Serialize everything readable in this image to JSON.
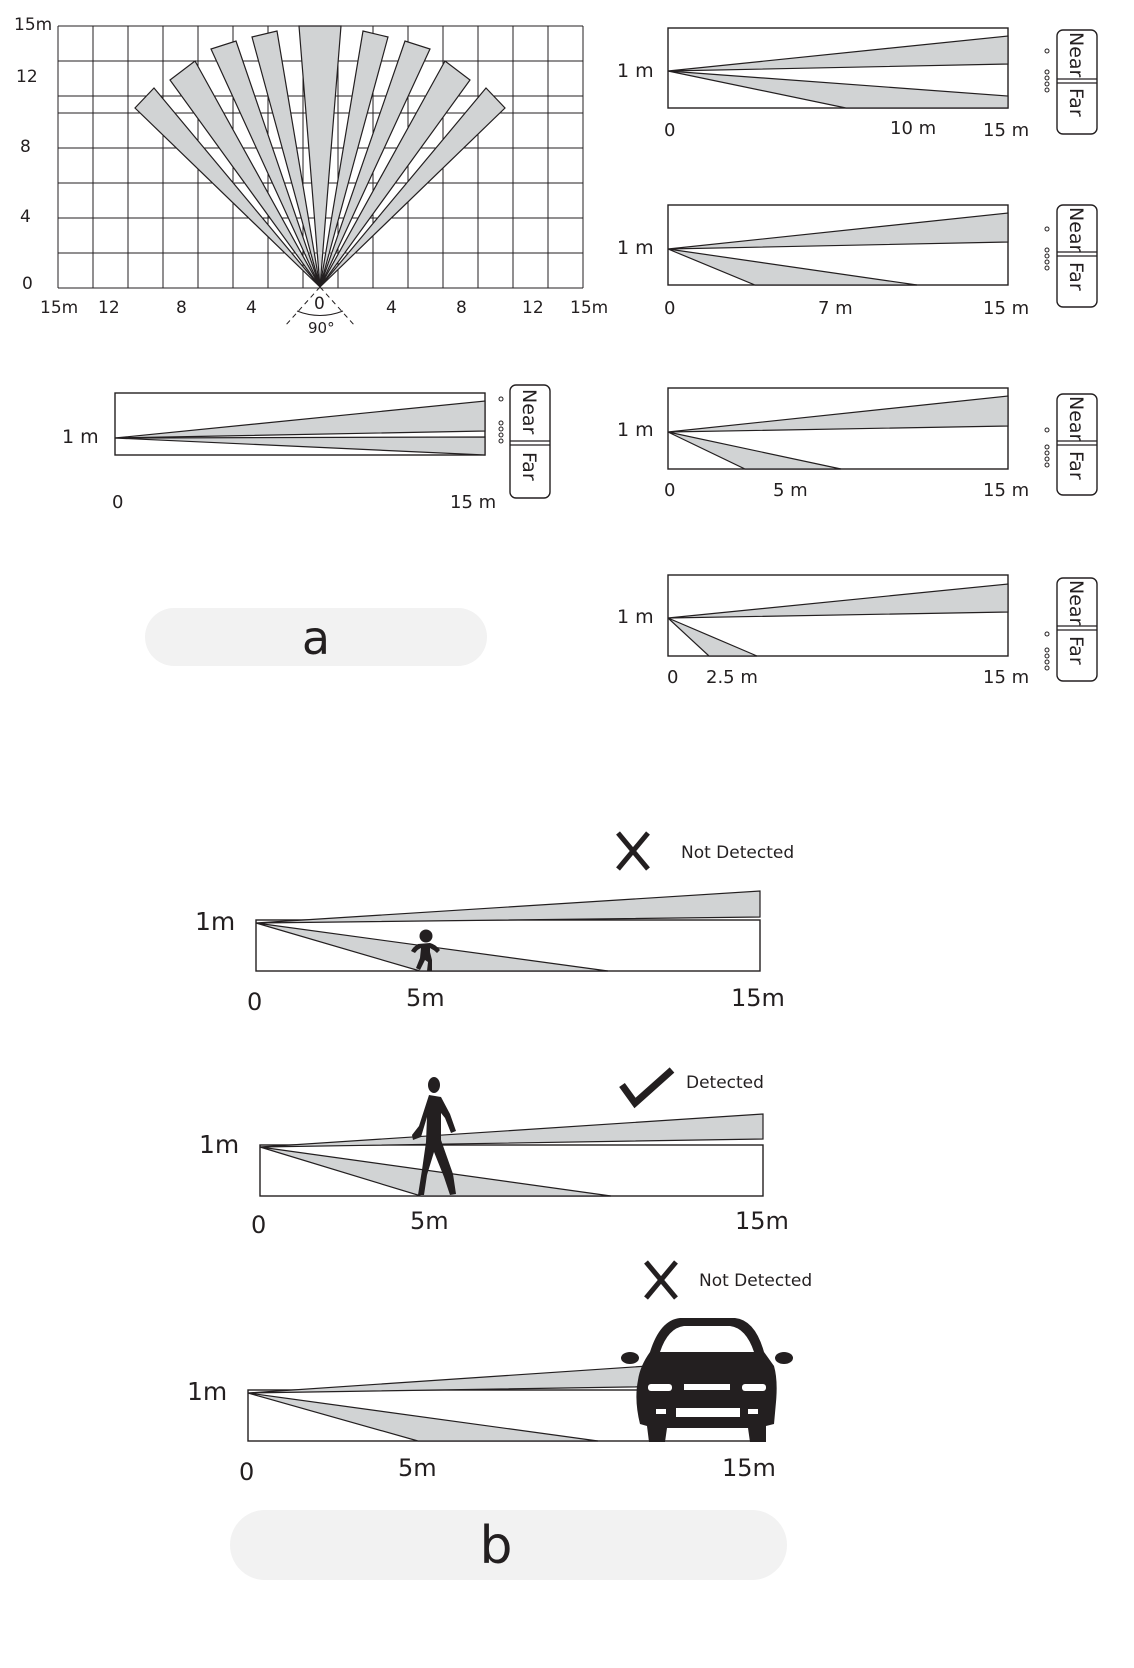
{
  "colors": {
    "beam": "#d1d3d4",
    "ink": "#231f20",
    "pill": "#f2f2f2"
  },
  "top_view": {
    "y_ticks": [
      "15m",
      "12",
      "8",
      "4",
      "0"
    ],
    "x_ticks": [
      "15m",
      "12",
      "8",
      "4",
      "0",
      "4",
      "8",
      "12",
      "15m"
    ],
    "angle": "90°"
  },
  "side_views": [
    {
      "height": "1 m",
      "x0": "0",
      "dist": "",
      "xmax": "15 m",
      "switch_near": "Near",
      "switch_far": "Far"
    },
    {
      "height": "1 m",
      "x0": "0",
      "dist": "10 m",
      "xmax": "15 m",
      "switch_near": "Near",
      "switch_far": "Far"
    },
    {
      "height": "1 m",
      "x0": "0",
      "dist": "7 m",
      "xmax": "15 m",
      "switch_near": "Near",
      "switch_far": "Far"
    },
    {
      "height": "1 m",
      "x0": "0",
      "dist": "5 m",
      "xmax": "15 m",
      "switch_near": "Near",
      "switch_far": "Far"
    },
    {
      "height": "1 m",
      "x0": "0",
      "dist": "2.5 m",
      "xmax": "15 m",
      "switch_near": "Near",
      "switch_far": "Far"
    }
  ],
  "panel_a_label": "a",
  "scenarios": [
    {
      "height": "1m",
      "x0": "0",
      "mid": "5m",
      "xmax": "15m",
      "status": "Not Detected",
      "status_icon": "cross-icon",
      "object_icon": "child-icon"
    },
    {
      "height": "1m",
      "x0": "0",
      "mid": "5m",
      "xmax": "15m",
      "status": "Detected",
      "status_icon": "check-icon",
      "object_icon": "walking-person-icon"
    },
    {
      "height": "1m",
      "x0": "0",
      "mid": "5m",
      "xmax": "15m",
      "status": "Not Detected",
      "status_icon": "cross-icon",
      "object_icon": "car-icon"
    }
  ],
  "panel_b_label": "b"
}
